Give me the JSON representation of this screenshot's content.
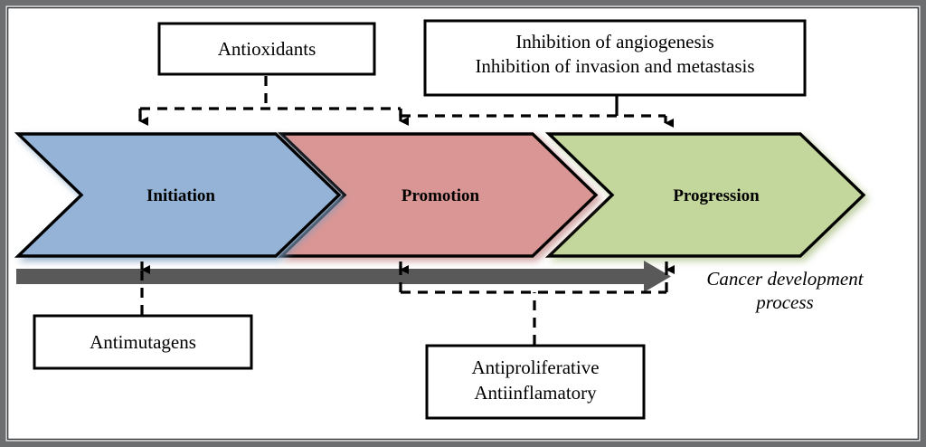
{
  "figure": {
    "title_caption": "Cancer development process",
    "frame_color": "#6d6e70",
    "background": "#ffffff"
  },
  "stages": [
    {
      "id": "initiation",
      "label": "Initiation",
      "color": "#95b3d7",
      "order": 1
    },
    {
      "id": "promotion",
      "label": "Promotion",
      "color": "#d99694",
      "order": 2
    },
    {
      "id": "progression",
      "label": "Progression",
      "color": "#c3d69b",
      "order": 3
    }
  ],
  "boxes": {
    "antioxidants": {
      "lines": [
        "Antioxidants"
      ],
      "line1": "Antioxidants"
    },
    "inhibition": {
      "lines": [
        "Inhibition of angiogenesis",
        "Inhibition of invasion and metastasis"
      ],
      "line1": "Inhibition of angiogenesis",
      "line2": "Inhibition of invasion and metastasis"
    },
    "antimutagens": {
      "lines": [
        "Antimutagens"
      ],
      "line1": "Antimutagens"
    },
    "antiproliferative": {
      "lines": [
        "Antiproliferative",
        "Antiinflamatory"
      ],
      "line1": "Antiproliferative",
      "line2": "Antiinflamatory"
    }
  },
  "process_arrow": {
    "caption_line1": "Cancer development",
    "caption_line2": "process",
    "color": "#595959",
    "direction": "left-to-right"
  },
  "connectors": [
    {
      "from": "antioxidants",
      "to": [
        "initiation",
        "promotion"
      ],
      "style": "dashed",
      "direction": "down"
    },
    {
      "from": "inhibition",
      "to": [
        "promotion",
        "progression"
      ],
      "style": "dashed",
      "direction": "down"
    },
    {
      "from": "antimutagens",
      "to": [
        "initiation"
      ],
      "style": "dashed",
      "direction": "up"
    },
    {
      "from": "antiproliferative",
      "to": [
        "promotion",
        "progression"
      ],
      "style": "dashed",
      "direction": "up"
    }
  ]
}
